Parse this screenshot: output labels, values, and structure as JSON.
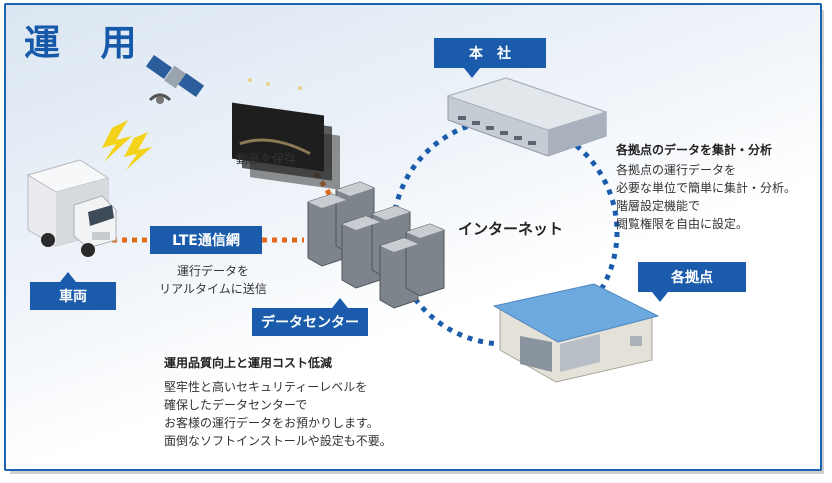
{
  "title": "運 用",
  "labels": {
    "honsha": "本　社",
    "kakukyoten": "各拠点",
    "lte": "LTE通信網",
    "sharyo": "車両",
    "datacenter": "データセンター",
    "internet": "インターネット",
    "video": "動画を保存"
  },
  "lte_desc": [
    "運行データを",
    "リアルタイムに送信"
  ],
  "hq_heading": "各拠点のデータを集計・分析",
  "hq_desc": [
    "各拠点の運行データを",
    "必要な単位で簡単に集計・分析。",
    "階層設定機能で",
    "閲覧権限を自由に設定。"
  ],
  "dc_heading": "運用品質向上と運用コスト低減",
  "dc_desc": [
    "堅牢性と高いセキュリティーレベルを",
    "確保したデータセンターで",
    "お客様の運行データをお預かりします。",
    "面倒なソフトインストールや設定も不要。"
  ],
  "colors": {
    "box_blue": "#1a5cab",
    "title_blue": "#1559a8",
    "orange_dots": "#e06a1a",
    "blue_dots": "#1a5cab",
    "lightning": "#f4d21a"
  }
}
